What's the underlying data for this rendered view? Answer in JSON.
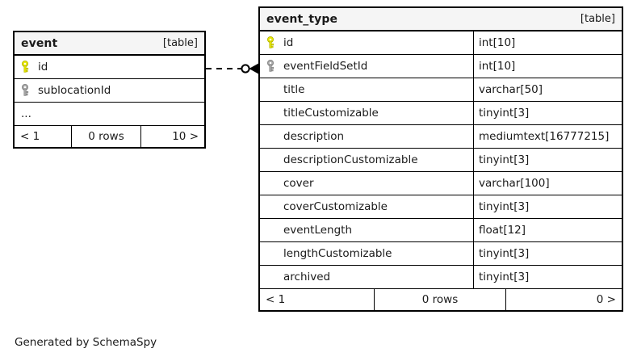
{
  "diagram": {
    "generator_text": "Generated by SchemaSpy",
    "table_tag": "[table]",
    "key_icon_primary": "primary-key-icon",
    "key_icon_foreign": "foreign-key-icon",
    "colors": {
      "primary_key": "#e6e600",
      "foreign_key": "#a0a0a0",
      "border": "#000000",
      "header_background": "#f5f5f5",
      "background": "#ffffff",
      "text": "#1a1a1a"
    }
  },
  "tables": [
    {
      "name": "event",
      "tag": "[table]",
      "columns": [
        {
          "key": "primary",
          "name": "id",
          "type": ""
        },
        {
          "key": "foreign",
          "name": "sublocationId",
          "type": ""
        },
        {
          "key": "none",
          "name": "...",
          "type": ""
        }
      ],
      "footer": {
        "prev": "< 1",
        "rows": "0 rows",
        "next": "10 >"
      }
    },
    {
      "name": "event_type",
      "tag": "[table]",
      "columns": [
        {
          "key": "primary",
          "name": "id",
          "type": "int[10]"
        },
        {
          "key": "foreign",
          "name": "eventFieldSetId",
          "type": "int[10]"
        },
        {
          "key": "none",
          "name": "title",
          "type": "varchar[50]"
        },
        {
          "key": "none",
          "name": "titleCustomizable",
          "type": "tinyint[3]"
        },
        {
          "key": "none",
          "name": "description",
          "type": "mediumtext[16777215]"
        },
        {
          "key": "none",
          "name": "descriptionCustomizable",
          "type": "tinyint[3]"
        },
        {
          "key": "none",
          "name": "cover",
          "type": "varchar[100]"
        },
        {
          "key": "none",
          "name": "coverCustomizable",
          "type": "tinyint[3]"
        },
        {
          "key": "none",
          "name": "eventLength",
          "type": "float[12]"
        },
        {
          "key": "none",
          "name": "lengthCustomizable",
          "type": "tinyint[3]"
        },
        {
          "key": "none",
          "name": "archived",
          "type": "tinyint[3]"
        }
      ],
      "footer": {
        "prev": "< 1",
        "rows": "0 rows",
        "next": "0 >"
      }
    }
  ],
  "relationship": {
    "from_table": "event",
    "to_table": "event_type",
    "style": "dashed",
    "source_cardinality": "zero-or-one",
    "target_cardinality": "many"
  }
}
